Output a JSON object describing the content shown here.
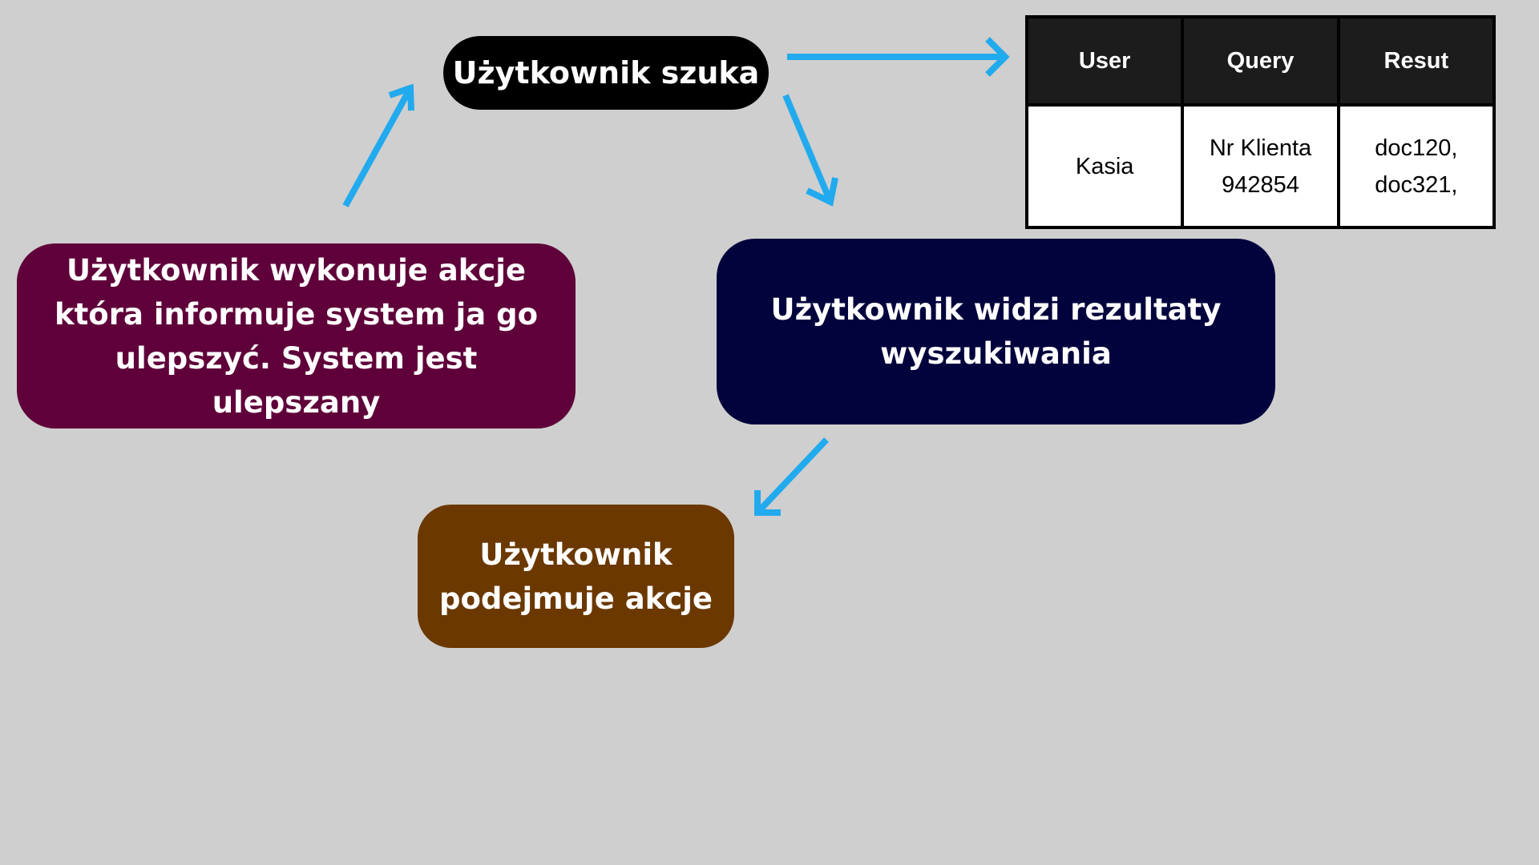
{
  "colors": {
    "background": "#cfcfcf",
    "arrow": "#22aaee",
    "search_node": "#000000",
    "results_node": "#02023d",
    "action_node": "#6b3800",
    "improve_node": "#5f003a",
    "table_header": "#1c1c1c"
  },
  "nodes": {
    "search": "Użytkownik szuka",
    "results": "Użytkownik widzi rezultaty wyszukiwania",
    "action": "Użytkownik podejmuje akcje",
    "improve": "Użytkownik wykonuje akcje która informuje system ja go ulepszyć. System jest ulepszany"
  },
  "table": {
    "headers": [
      "User",
      "Query",
      "Resut"
    ],
    "rows": [
      [
        "Kasia",
        "Nr Klienta\n942854",
        "doc120,\ndoc321,"
      ]
    ]
  }
}
